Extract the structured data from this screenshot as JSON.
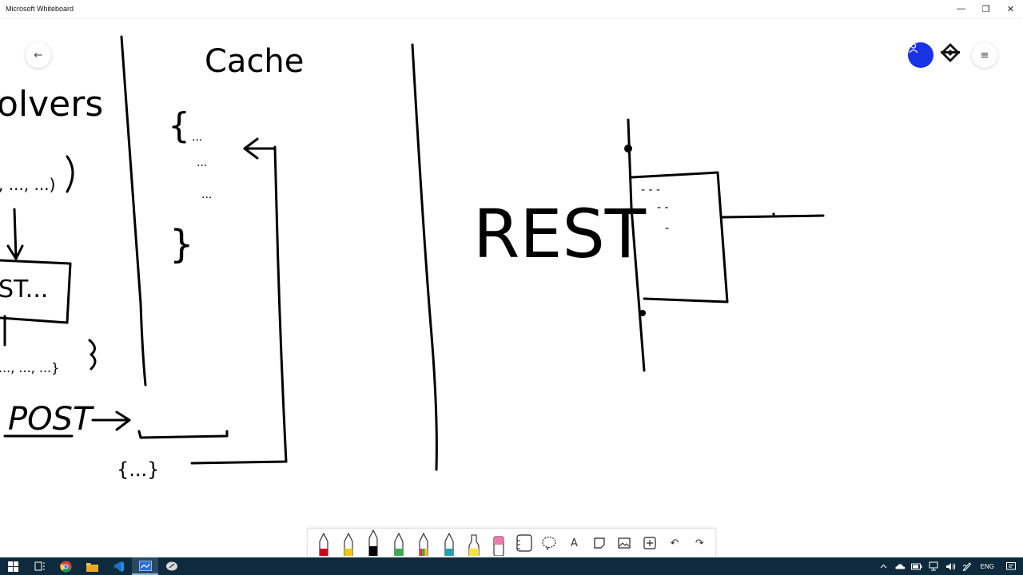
{
  "window": {
    "title": "Microsoft Whiteboard",
    "minimize_glyph": "—",
    "restore_glyph": "❐",
    "close_glyph": "✕"
  },
  "board": {
    "left_partial_text": "olvers",
    "cache_title": "Cache",
    "rest_text": "REST",
    "post_text": "POST",
    "open_brace": "{",
    "close_brace": "}",
    "ellipsis_1": "...",
    "ellipsis_2": "...",
    "ellipsis_3": "...",
    "left_call": ", ..., ...)",
    "left_box_text": "ST...",
    "left_row": "..., ..., ...}",
    "bottom_obj": "{...}",
    "rest_box_line1": "- - -",
    "rest_box_line2": "- -",
    "rest_box_line3": "-"
  },
  "top_controls": {
    "back_glyph": "←",
    "menu_glyph": "≡",
    "share_icon": "person-icon",
    "accent": "#1a33e6"
  },
  "toolbar": {
    "tools": [
      {
        "name": "pen-red",
        "color": "#d0021b"
      },
      {
        "name": "pen-yellow",
        "color": "#f2c811"
      },
      {
        "name": "pen-black",
        "color": "#000000"
      },
      {
        "name": "pen-green",
        "color": "#2db34a"
      },
      {
        "name": "pen-rainbow",
        "color": "#e55b13"
      },
      {
        "name": "pen-teal",
        "color": "#1aa3b8"
      },
      {
        "name": "highlighter-yellow",
        "color": "#f7e23e"
      },
      {
        "name": "eraser",
        "color": "#f27ab0"
      }
    ],
    "text_tool_glyph": "A",
    "undo_glyph": "↶",
    "redo_glyph": "↷"
  },
  "taskbar": {
    "language": "ENG"
  }
}
